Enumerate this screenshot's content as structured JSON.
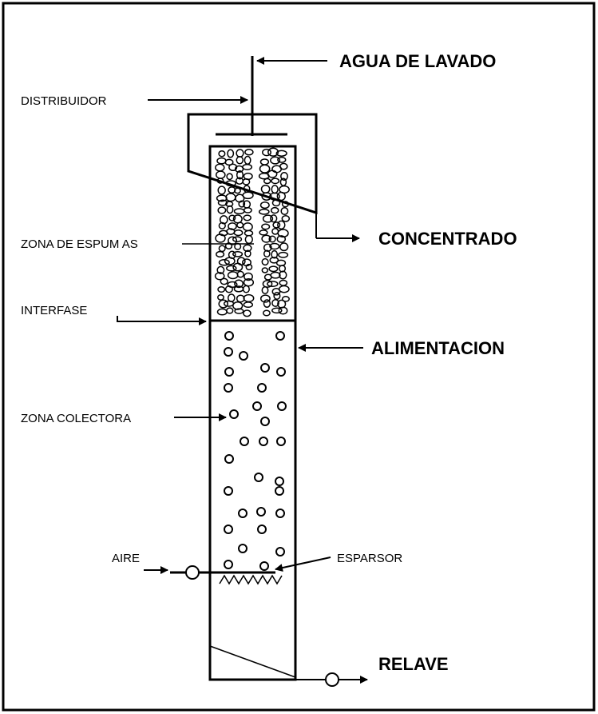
{
  "labels": {
    "agua_de_lavado": "AGUA DE LAVADO",
    "distribuidor": "DISTRIBUIDOR",
    "zona_de_espumas": "ZONA DE ESPUM AS",
    "concentrado": "CONCENTRADO",
    "interfase": "INTERFASE",
    "alimentacion": "ALIMENTACION",
    "zona_colectora": "ZONA COLECTORA",
    "aire": "AIRE",
    "esparsor": "ESPARSOR",
    "relave": "RELAVE"
  }
}
